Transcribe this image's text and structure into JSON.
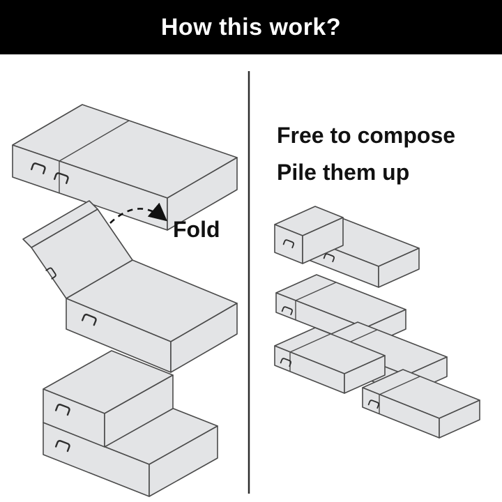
{
  "header": {
    "title": "How this work?"
  },
  "left_steps": {
    "fold_label": "Fold"
  },
  "right_panel": {
    "heading_line1": "Free to compose",
    "heading_line2": "Pile them up"
  },
  "colors": {
    "header_bg": "#000000",
    "header_text": "#ffffff",
    "background": "#ffffff",
    "box_fill": "#e3e4e6",
    "box_stroke": "#4a4a4a",
    "divider": "#2b2b2b",
    "label_text": "#111111"
  },
  "icons": {
    "handle": "mattress-handle-icon",
    "arrow": "fold-arrow-icon"
  }
}
